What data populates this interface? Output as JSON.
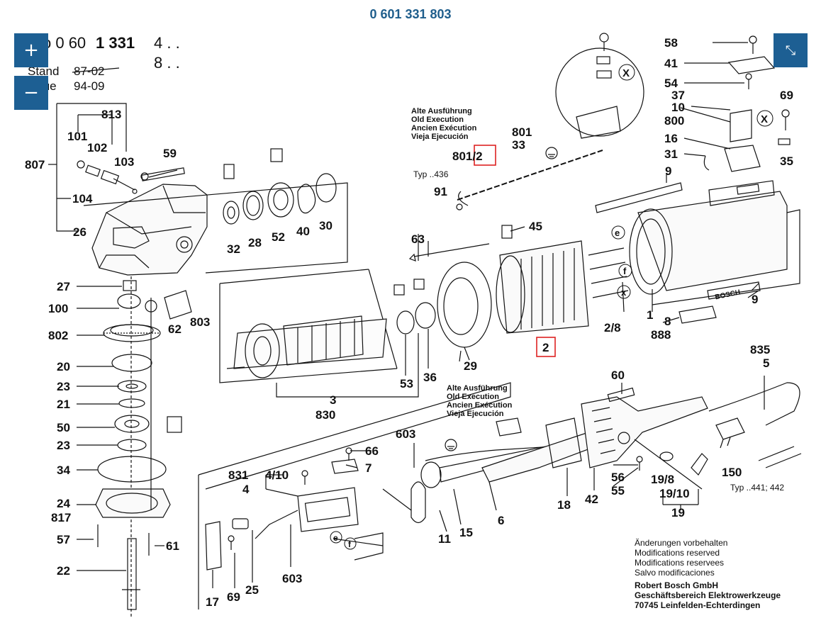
{
  "page": {
    "title": "0 601 331 803"
  },
  "header_block": {
    "model_prefix": "o 0 60",
    "model_bold": "1 331",
    "variants": [
      "4 . .",
      "8 . ."
    ],
    "stand_label": "Stand",
    "stand_value": "87-02",
    "issue_label": "Issue",
    "issue_value": "94-09"
  },
  "controls": {
    "zoom_in": "+",
    "zoom_out": "−",
    "fullscreen": "⤡"
  },
  "old_execution_1": [
    "Alte Ausführung",
    "Old Execution",
    "Ancien Exécution",
    "Vieja Ejecución"
  ],
  "old_execution_2": [
    "Alte Ausführung",
    "Old Execution",
    "Ancien Exécution",
    "Vieja Ejecución"
  ],
  "typ_436": "Typ ..436",
  "typ_441": "Typ ..441; 442",
  "modifications": [
    "Änderungen vorbehalten",
    "Modifications reserved",
    "Modifications reservees",
    "Salvo modificaciones"
  ],
  "company": [
    "Robert Bosch GmbH",
    "Geschäftsbereich Elektrowerkzeuge",
    "70745 Leinfelden-Echterdingen"
  ],
  "brand_mark": "BOSCH",
  "highlighted_parts": [
    "801/2",
    "2"
  ],
  "part_labels": {
    "p813": "813",
    "p807": "807",
    "p101": "101",
    "p102": "102",
    "p103": "103",
    "p104": "104",
    "p26": "26",
    "p59": "59",
    "p32": "32",
    "p28": "28",
    "p52": "52",
    "p40": "40",
    "p30": "30",
    "p27": "27",
    "p100": "100",
    "p802": "802",
    "p62": "62",
    "p803": "803",
    "p20": "20",
    "p23a": "23",
    "p21": "21",
    "p50": "50",
    "p23b": "23",
    "p34": "34",
    "p24": "24",
    "p817": "817",
    "p57": "57",
    "p61": "61",
    "p22": "22",
    "p3": "3",
    "p830": "830",
    "p53": "53",
    "p36": "36",
    "p29": "29",
    "p63": "63",
    "p45": "45",
    "p2_8": "2/8",
    "p1": "1",
    "p8": "8",
    "p888": "888",
    "p9a": "9",
    "p9b": "9",
    "p58": "58",
    "p41": "41",
    "p54": "54",
    "p37": "37",
    "p10": "10",
    "p800": "800",
    "p16": "16",
    "p31": "31",
    "p69a": "69",
    "p35": "35",
    "p801": "801",
    "p33": "33",
    "p91": "91",
    "p835": "835",
    "p5": "5",
    "p150": "150",
    "p60": "60",
    "p56": "56",
    "p55": "55",
    "p19_8": "19/8",
    "p19_10": "19/10",
    "p19": "19",
    "p18": "18",
    "p42": "42",
    "p6": "6",
    "p15": "15",
    "p11": "11",
    "p603a": "603",
    "p66": "66",
    "p7": "7",
    "p831": "831",
    "p4_10": "4/10",
    "p4": "4",
    "p17": "17",
    "p69b": "69",
    "p25": "25",
    "p603b": "603",
    "e1": "e",
    "f1": "f",
    "x1": "X",
    "x2": "X",
    "x3": "x",
    "e2": "e",
    "f2": "f"
  }
}
